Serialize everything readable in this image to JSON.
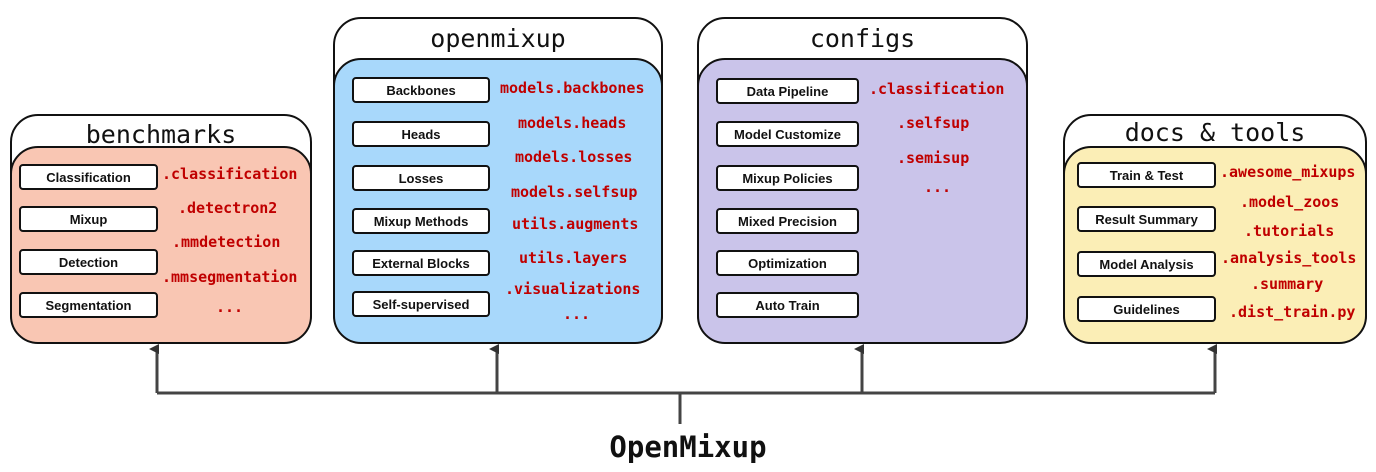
{
  "title": "OpenMixup",
  "colors": {
    "benchmarks_fill": "#f9c6b3",
    "openmixup_fill": "#a8d8fb",
    "configs_fill": "#cac4ea",
    "docs_fill": "#fbeeb6",
    "module_text": "#c00000"
  },
  "panels": {
    "benchmarks": {
      "title": "benchmarks",
      "buttons": [
        "Classification",
        "Mixup",
        "Detection",
        "Segmentation"
      ],
      "modules": [
        ".classification",
        ".detectron2",
        ".mmdetection",
        ".mmsegmentation",
        "..."
      ]
    },
    "openmixup": {
      "title": "openmixup",
      "buttons": [
        "Backbones",
        "Heads",
        "Losses",
        "Mixup Methods",
        "External Blocks",
        "Self-supervised"
      ],
      "modules": [
        "models.backbones",
        "models.heads",
        "models.losses",
        "models.selfsup",
        "utils.augments",
        "utils.layers",
        ".visualizations",
        "..."
      ]
    },
    "configs": {
      "title": "configs",
      "buttons": [
        "Data Pipeline",
        "Model Customize",
        "Mixup Policies",
        "Mixed Precision",
        "Optimization",
        "Auto Train"
      ],
      "modules": [
        ".classification",
        ".selfsup",
        ".semisup",
        "..."
      ]
    },
    "docs_tools": {
      "title": "docs & tools",
      "buttons": [
        "Train & Test",
        "Result Summary",
        "Model Analysis",
        "Guidelines"
      ],
      "modules": [
        ".awesome_mixups",
        ".model_zoos",
        ".tutorials",
        ".analysis_tools",
        ".summary",
        ".dist_train.py"
      ]
    }
  }
}
